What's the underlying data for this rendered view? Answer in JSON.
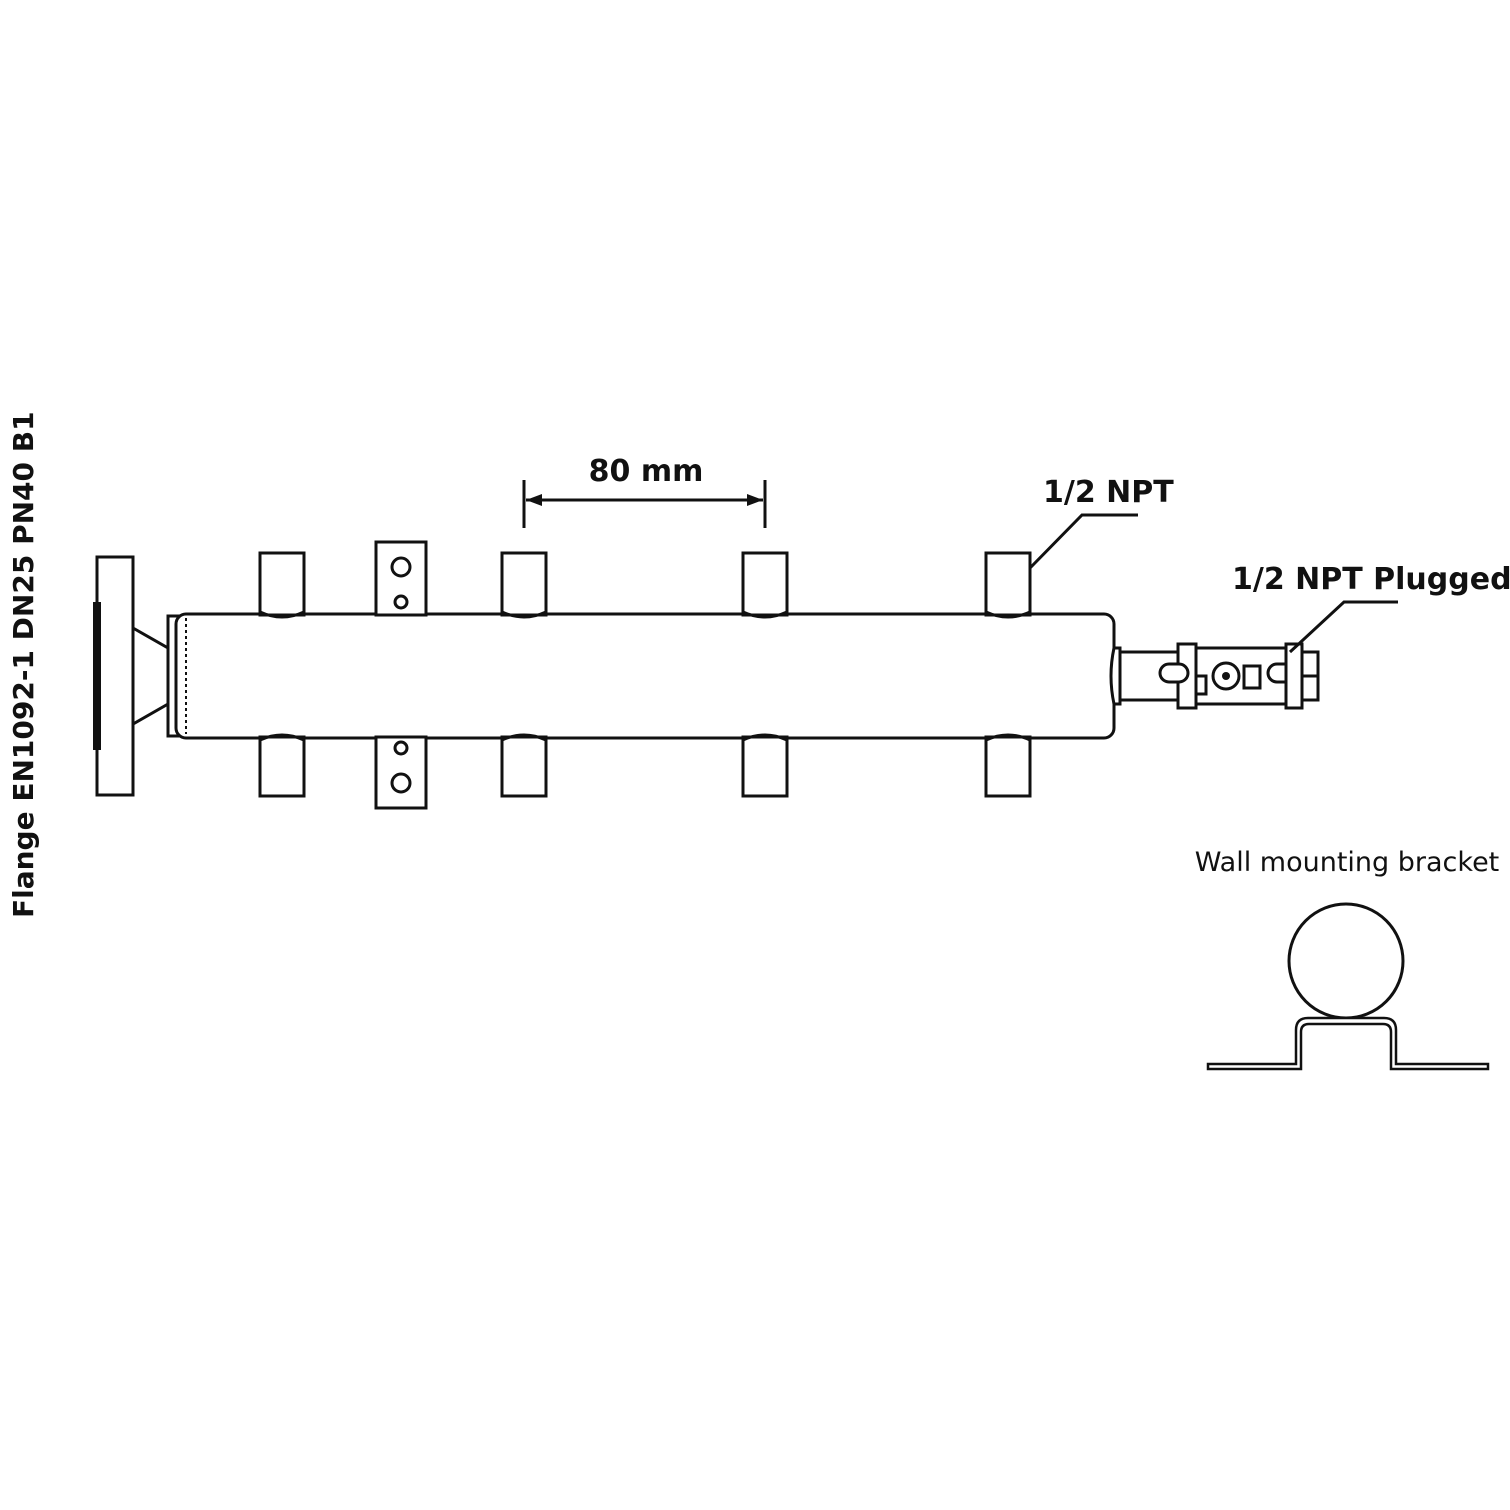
{
  "labels": {
    "spacing": "80 mm",
    "outlet": "1/2 NPT",
    "plugged": "1/2 NPT Plugged",
    "flange": "Flange EN1092-1 DN25 PN40 B1",
    "bracket": "Wall mounting bracket"
  },
  "colors": {
    "line": "#111111",
    "background": "#ffffff"
  }
}
